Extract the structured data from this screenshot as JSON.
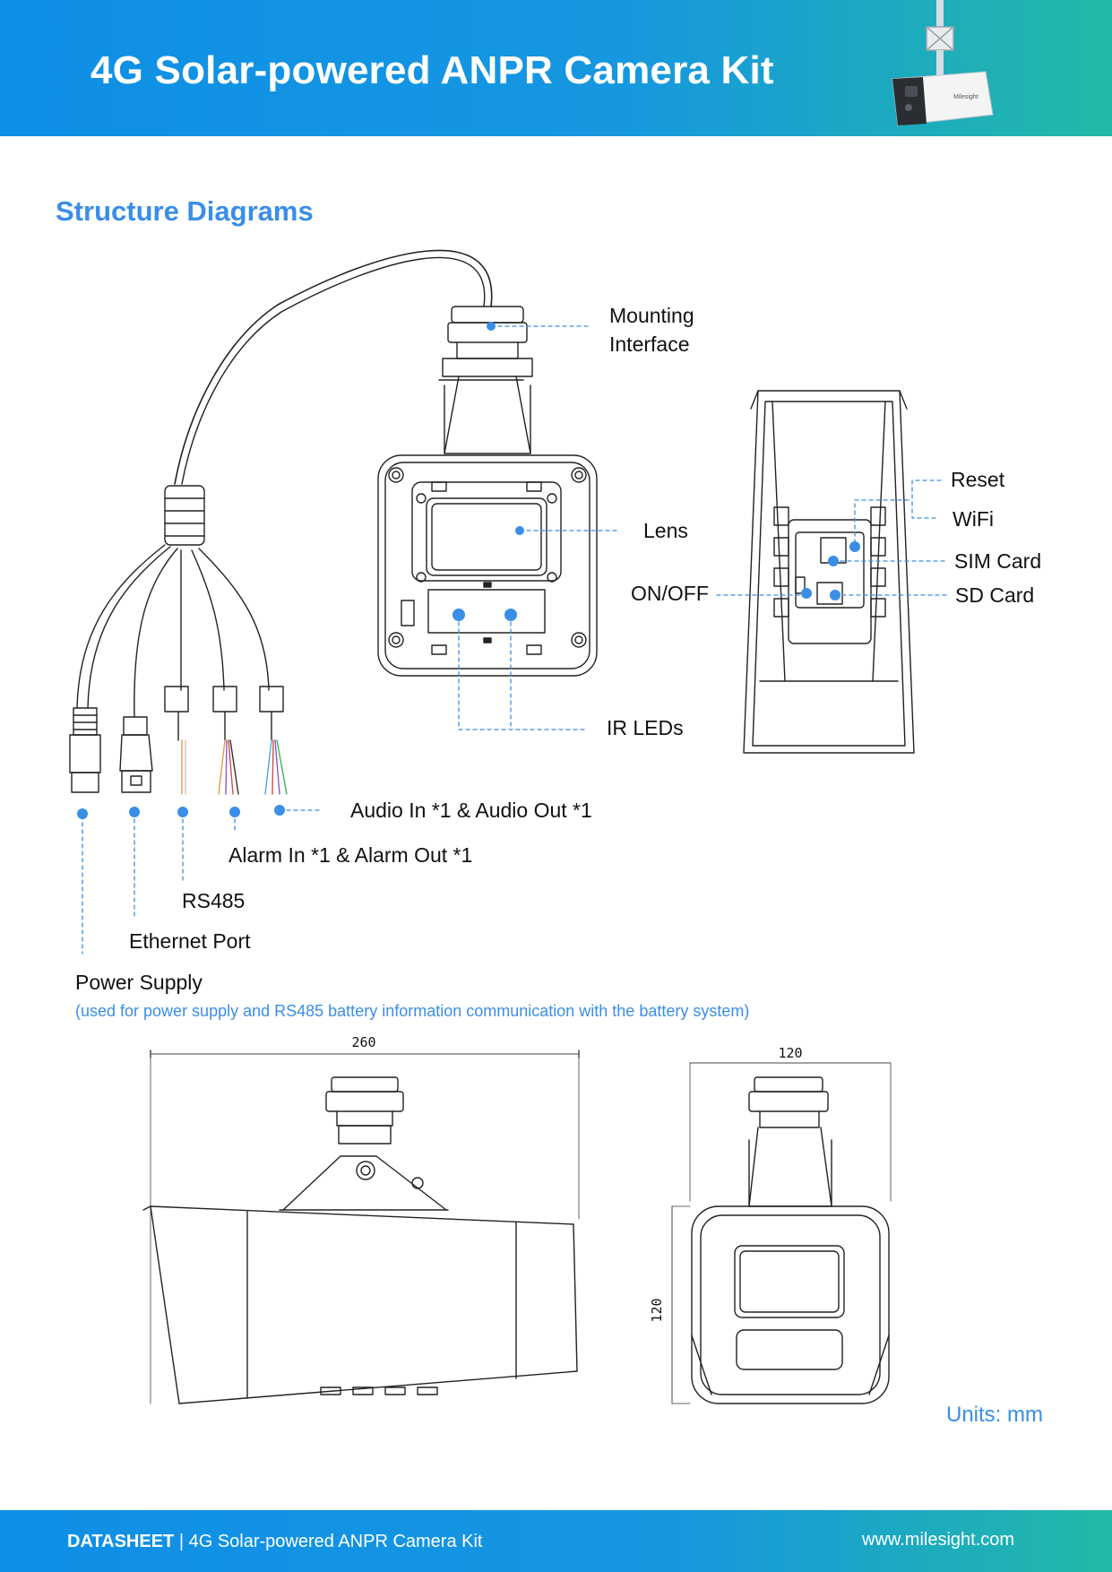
{
  "header": {
    "title": "4G Solar-powered ANPR Camera Kit",
    "product_brand_text": "Milesight"
  },
  "section": {
    "title": "Structure Diagrams"
  },
  "callouts": {
    "mounting_interface_line1": "Mounting",
    "mounting_interface_line2": "Interface",
    "lens": "Lens",
    "ir_leds": "IR LEDs",
    "reset": "Reset",
    "wifi": "WiFi",
    "sim_card": "SIM Card",
    "sd_card": "SD Card",
    "on_off": "ON/OFF",
    "audio": "Audio In *1 & Audio Out *1",
    "alarm": "Alarm In *1 & Alarm Out *1",
    "rs485": "RS485",
    "ethernet": "Ethernet Port",
    "power_supply": "Power Supply",
    "power_note": "(used for power supply and RS485 battery information communication with the battery system)"
  },
  "dimensions": {
    "side_width": "260",
    "front_width": "120",
    "front_height": "120",
    "units": "Units: mm"
  },
  "footer": {
    "doc_type": "DATASHEET",
    "separator": " | ",
    "product": "4G Solar-powered ANPR Camera Kit",
    "website": "www.milesight.com"
  },
  "colors": {
    "accent_blue": "#3a8ee6",
    "header_start": "#0e8fe6",
    "header_end": "#22b9a7"
  }
}
